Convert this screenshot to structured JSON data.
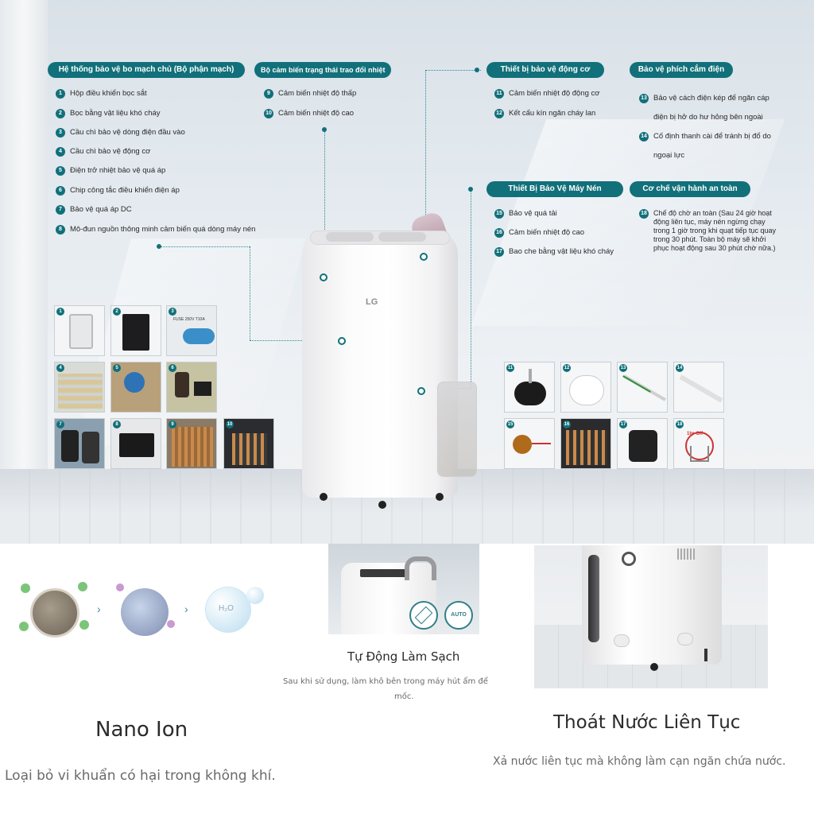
{
  "sections": {
    "board": {
      "title": "Hệ thống bảo vệ bo mạch chủ (Bộ phận mạch)",
      "items": [
        {
          "n": "1",
          "text": "Hộp điều khiển bọc sắt"
        },
        {
          "n": "2",
          "text": "Bọc bằng vật liệu khó cháy"
        },
        {
          "n": "3",
          "text": "Cầu chì bảo vệ dòng điện đầu vào"
        },
        {
          "n": "4",
          "text": "Cầu chì bảo vệ động cơ"
        },
        {
          "n": "5",
          "text": "Điện trở nhiệt bảo vệ quá áp"
        },
        {
          "n": "6",
          "text": "Chip công tắc điều khiển điện áp"
        },
        {
          "n": "7",
          "text": "Bảo vệ quá áp DC"
        },
        {
          "n": "8",
          "text": "Mô-đun nguồn thông minh cảm biến quá dòng máy nén"
        }
      ]
    },
    "sensor": {
      "title": "Bộ cảm biến trạng thái trao đổi nhiệt",
      "items": [
        {
          "n": "9",
          "text": "Cảm biến nhiệt độ thấp"
        },
        {
          "n": "10",
          "text": "Cảm biến nhiệt độ cao"
        }
      ]
    },
    "motor": {
      "title": "Thiết bị bảo vệ động cơ",
      "items": [
        {
          "n": "11",
          "text": "Cảm biến nhiệt độ động cơ"
        },
        {
          "n": "12",
          "text": "Kết cấu kín ngăn cháy lan"
        }
      ]
    },
    "plug": {
      "title": "Bảo vệ phích cắm điện",
      "items": [
        {
          "n": "13",
          "text": "Bảo vệ cách điện kép để ngăn cáp điện bị hở do hư hỏng bên ngoài"
        },
        {
          "n": "14",
          "text": "Cố định thanh cài để tránh bị đổ do ngoại lực"
        }
      ]
    },
    "compressor": {
      "title": "Thiết Bị Bảo Vệ Máy Nén",
      "items": [
        {
          "n": "15",
          "text": "Bảo vệ quá tải"
        },
        {
          "n": "16",
          "text": "Cảm biến nhiệt độ cao"
        },
        {
          "n": "17",
          "text": "Bao che bằng vật liệu khó cháy"
        }
      ]
    },
    "safety": {
      "title": "Cơ chế vận hành an toàn",
      "items": [
        {
          "n": "18",
          "text": "Chế độ chờ an toàn (Sau 24 giờ hoạt động liên tục, máy nén ngừng chạy trong 1 giờ trong khi quạt tiếp tục quay trong 30 phút. Toàn bộ máy sẽ khởi phục hoạt động sau 30 phút chờ nữa.)"
        }
      ]
    }
  },
  "product": {
    "logo": "LG"
  },
  "thumbnails_left": [
    "1",
    "2",
    "3",
    "4",
    "5",
    "6",
    "7",
    "8",
    "9",
    "10"
  ],
  "thumbnails_right": [
    "11",
    "12",
    "13",
    "14",
    "15",
    "16",
    "17",
    "18"
  ],
  "thumb_labels": {
    "fuse": "FUSE 250V T10A",
    "off": "1hr-Off"
  },
  "features": {
    "nano": {
      "title": "Nano Ion",
      "desc": "Loại bỏ vi khuẩn có hại trong không khí.",
      "molecule": "H₂O"
    },
    "clean": {
      "title": "Tự Động Làm Sạch",
      "desc_line1": "Sau khi sử dụng, làm khô bên trong máy hút ẩm để",
      "desc_line2": "mốc.",
      "auto_label": "AUTO"
    },
    "drain": {
      "title": "Thoát Nước Liên Tục",
      "desc": "Xả nước liên tục mà không làm cạn ngăn chứa nước."
    }
  },
  "colors": {
    "accent": "#11707a",
    "text": "#2b2b2b"
  }
}
